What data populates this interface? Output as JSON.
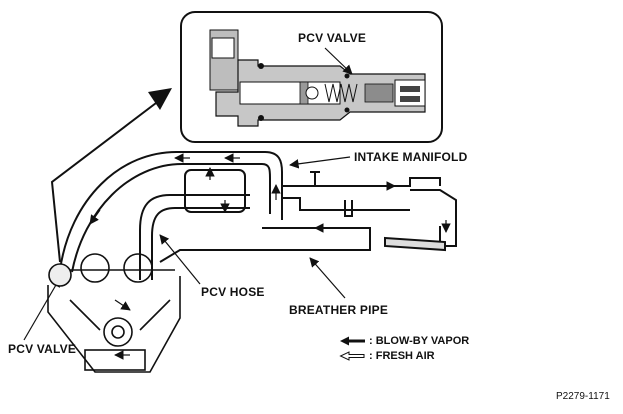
{
  "labels": {
    "pcv_valve_detail": "PCV VALVE",
    "intake_manifold": "INTAKE MANIFOLD",
    "pcv_hose": "PCV HOSE",
    "breather_pipe": "BREATHER PIPE",
    "pcv_valve_engine": "PCV VALVE"
  },
  "legend": {
    "blow_by_vapor": ": BLOW-BY VAPOR",
    "fresh_air": ": FRESH AIR"
  },
  "figure_code": "P2279-1171",
  "icons": {
    "solid_arrow": "solid-arrow-icon",
    "hollow_arrow": "hollow-arrow-icon"
  }
}
